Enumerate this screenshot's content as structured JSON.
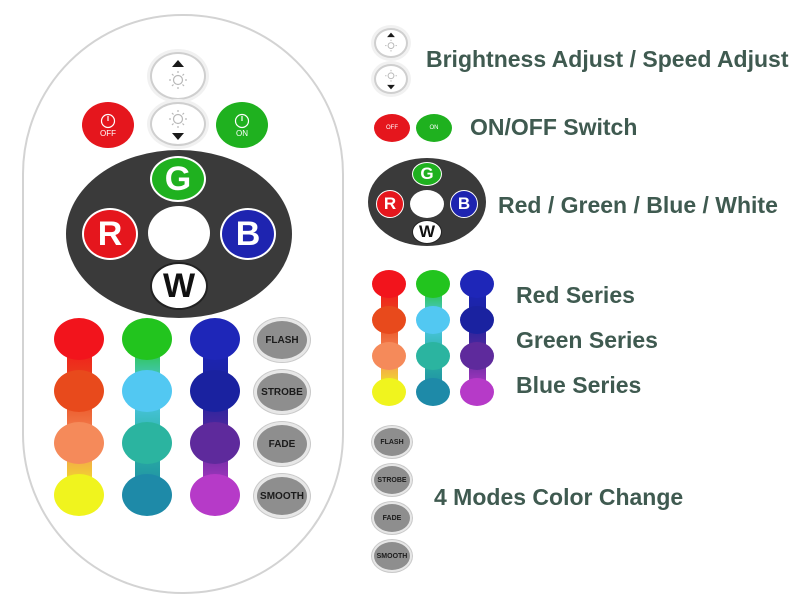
{
  "remote": {
    "buttons": {
      "off": "OFF",
      "on": "ON",
      "g": "G",
      "r": "R",
      "b": "B",
      "w": "W"
    },
    "modes": [
      "FLASH",
      "STROBE",
      "FADE",
      "SMOOTH"
    ],
    "columns": [
      [
        "#f2141c",
        "#e84a1c",
        "#f58a5a",
        "#f0f41e"
      ],
      [
        "#22c41e",
        "#52c8f2",
        "#2bb4a0",
        "#1e8aa8"
      ],
      [
        "#1e26b8",
        "#1a22a0",
        "#5e2a9c",
        "#b63ac8"
      ]
    ],
    "colors": {
      "red": "#e5161d",
      "green": "#1fb11f",
      "blue": "#1e24b0",
      "dark": "#3a3a3a"
    }
  },
  "legend": {
    "brightness": "Brightness Adjust / Speed Adjust",
    "onoff": "ON/OFF Switch",
    "rgbw": "Red / Green / Blue / White",
    "red_series": "Red Series",
    "green_series": "Green Series",
    "blue_series": "Blue Series",
    "modes": "4 Modes Color Change"
  },
  "icons": [
    "up-arrow-icon",
    "down-arrow-icon",
    "sun-icon",
    "power-icon"
  ]
}
